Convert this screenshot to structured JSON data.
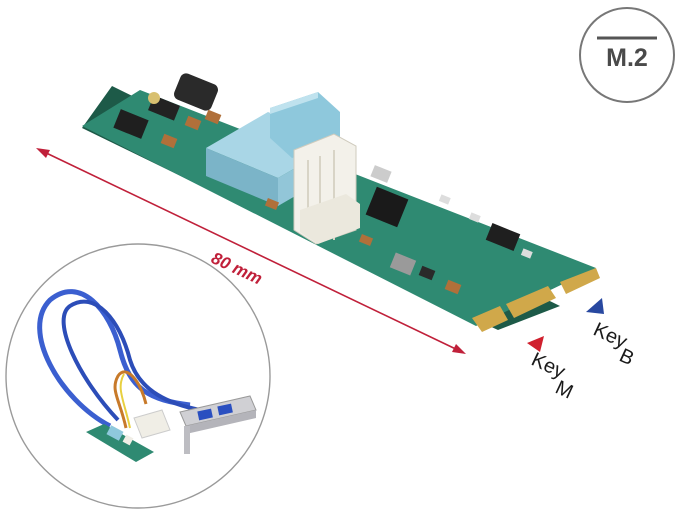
{
  "badge": {
    "text": "M.2"
  },
  "dimension": {
    "text": "80 mm",
    "color": "#c0203a"
  },
  "keys": {
    "key_m": {
      "line1": "Key",
      "line2": "M",
      "marker_color": "#d0202e"
    },
    "key_b": {
      "line1": "Key",
      "line2": "B",
      "marker_color": "#2848a0"
    }
  },
  "colors": {
    "pcb": "#2f8a72",
    "pcb_dark": "#1e6652",
    "header": "#8ec8dc",
    "connector": "#f3f1ea",
    "gold": "#d0a84a",
    "cable": "#3b5fd0"
  },
  "icons": [
    "usb-header-icon",
    "power-connector-icon",
    "chip-icon",
    "bracket-icon"
  ]
}
